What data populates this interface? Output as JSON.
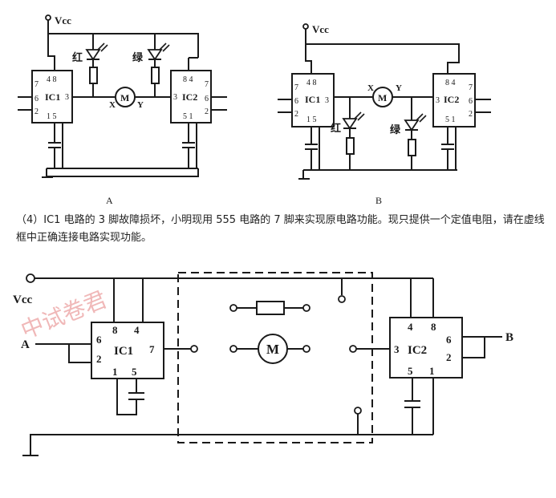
{
  "figure_a": {
    "vcc_label": "Vcc",
    "ic1": {
      "name": "IC1",
      "pins_top": "4 8",
      "pin7": "7",
      "pin6": "6",
      "pin2": "2",
      "pin3": "3",
      "pins_bottom": "1 5"
    },
    "ic2": {
      "name": "IC2",
      "pins_top": "8 4",
      "pin7": "7",
      "pin6": "6",
      "pin2": "2",
      "pin3": "3",
      "pins_bottom": "5 1"
    },
    "led_red": "红",
    "led_green": "绿",
    "motor": "M",
    "node_x": "X",
    "node_y": "Y",
    "caption": "A"
  },
  "figure_b": {
    "vcc_label": "Vcc",
    "ic1": {
      "name": "IC1",
      "pins_top": "4 8",
      "pin7": "7",
      "pin6": "6",
      "pin2": "2",
      "pin3": "3",
      "pins_bottom": "1 5"
    },
    "ic2": {
      "name": "IC2",
      "pins_top": "8 4",
      "pin7": "7",
      "pin6": "6",
      "pin2": "2",
      "pin3": "3",
      "pins_bottom": "5 1"
    },
    "led_red": "红",
    "led_green": "绿",
    "motor": "M",
    "node_x": "X",
    "node_y": "Y",
    "caption": "B"
  },
  "question_text": "（4）IC1 电路的 3 脚故障损坏，小明现用 555 电路的 7 脚来实现原电路功能。现只提供一个定值电阻，请在虚线框中正确连接电路实现功能。",
  "figure_c": {
    "vcc_label": "Vcc",
    "input_a": "A",
    "output_b": "B",
    "ic1": {
      "name": "IC1",
      "pin8": "8",
      "pin4": "4",
      "pin6": "6",
      "pin2": "2",
      "pin7": "7",
      "pin1": "1",
      "pin5": "5"
    },
    "ic2": {
      "name": "IC2",
      "pin4": "4",
      "pin8": "8",
      "pin3": "3",
      "pin6": "6",
      "pin2": "2",
      "pin5": "5",
      "pin1": "1"
    },
    "motor": "M"
  },
  "watermark": "中试卷君",
  "colors": {
    "ink": "#1a1a1a",
    "watermark": "#f0b8b8"
  }
}
